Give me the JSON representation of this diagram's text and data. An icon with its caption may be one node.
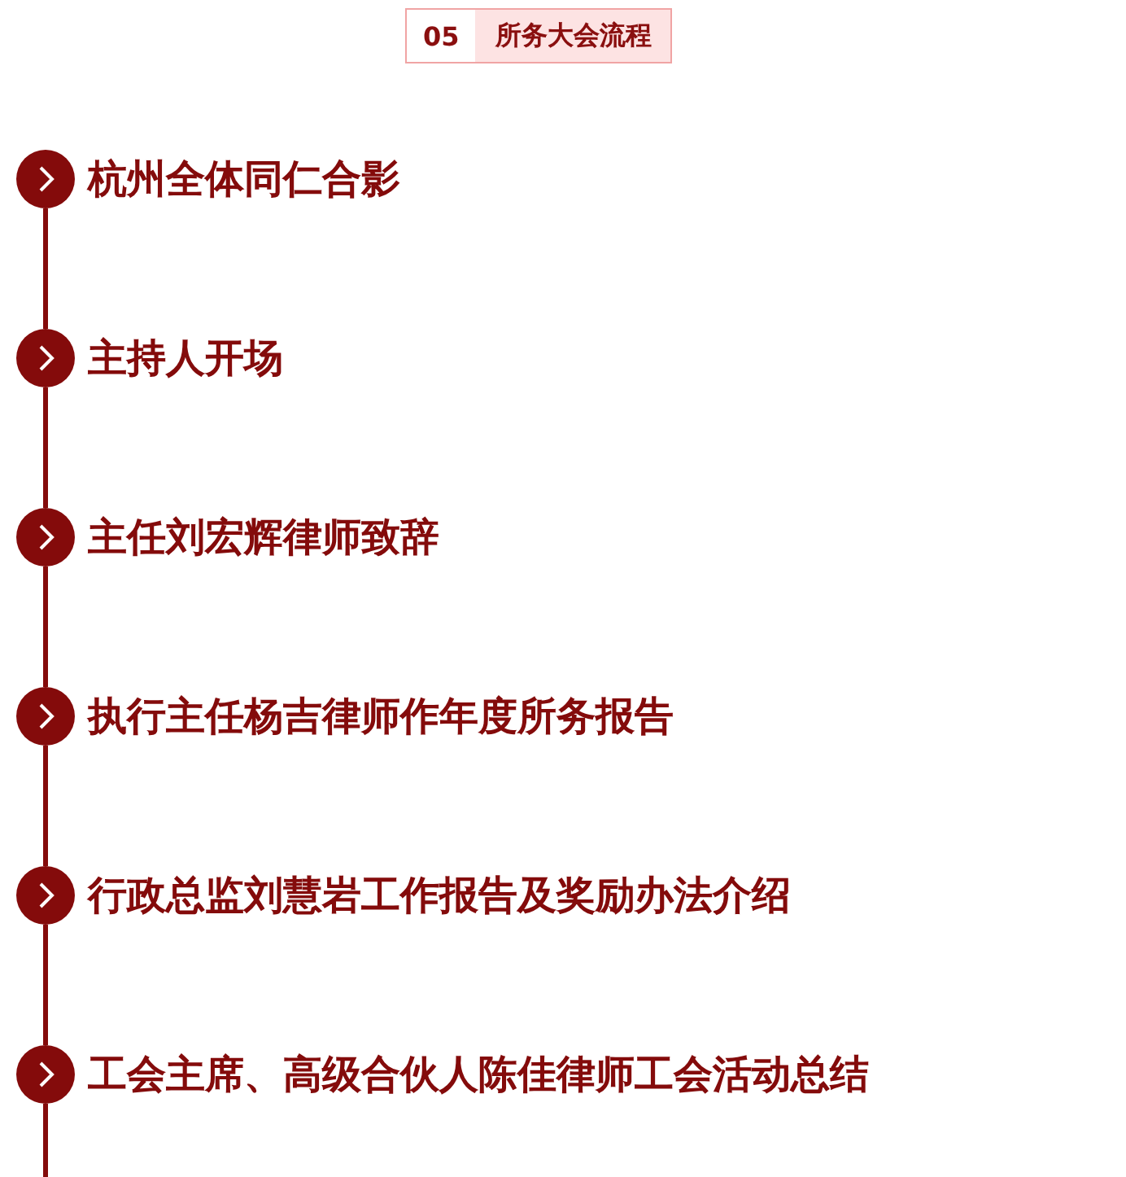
{
  "diagram": {
    "title": "所务大会流程",
    "nodes": [
      {
        "text": [
          "杭州全体同仁合影"
        ]
      },
      {
        "text": [
          "主持人开场"
        ]
      },
      {
        "text": [
          "主任刘宏辉律师致辞"
        ]
      },
      {
        "text": [
          "执行主任杨吉律师作年度所务报告"
        ]
      },
      {
        "text": [
          "行政总监刘慧岩工作报告及奖励办法介绍"
        ]
      },
      {
        "text": [
          "工会主席、高级合伙人陈佳律师工会活动总结"
        ]
      }
    ],
    "edges": [
      {
        "from": 0,
        "to": 1,
        "arrow": "none"
      },
      {
        "from": 1,
        "to": 2,
        "arrow": "none"
      },
      {
        "from": 2,
        "to": 3,
        "arrow": "none"
      },
      {
        "from": 3,
        "to": 4,
        "arrow": "none"
      },
      {
        "from": 4,
        "to": 5,
        "arrow": "none"
      },
      {
        "from": 5,
        "to": null,
        "arrow": "none"
      }
    ],
    "labels": [
      "05"
    ]
  }
}
